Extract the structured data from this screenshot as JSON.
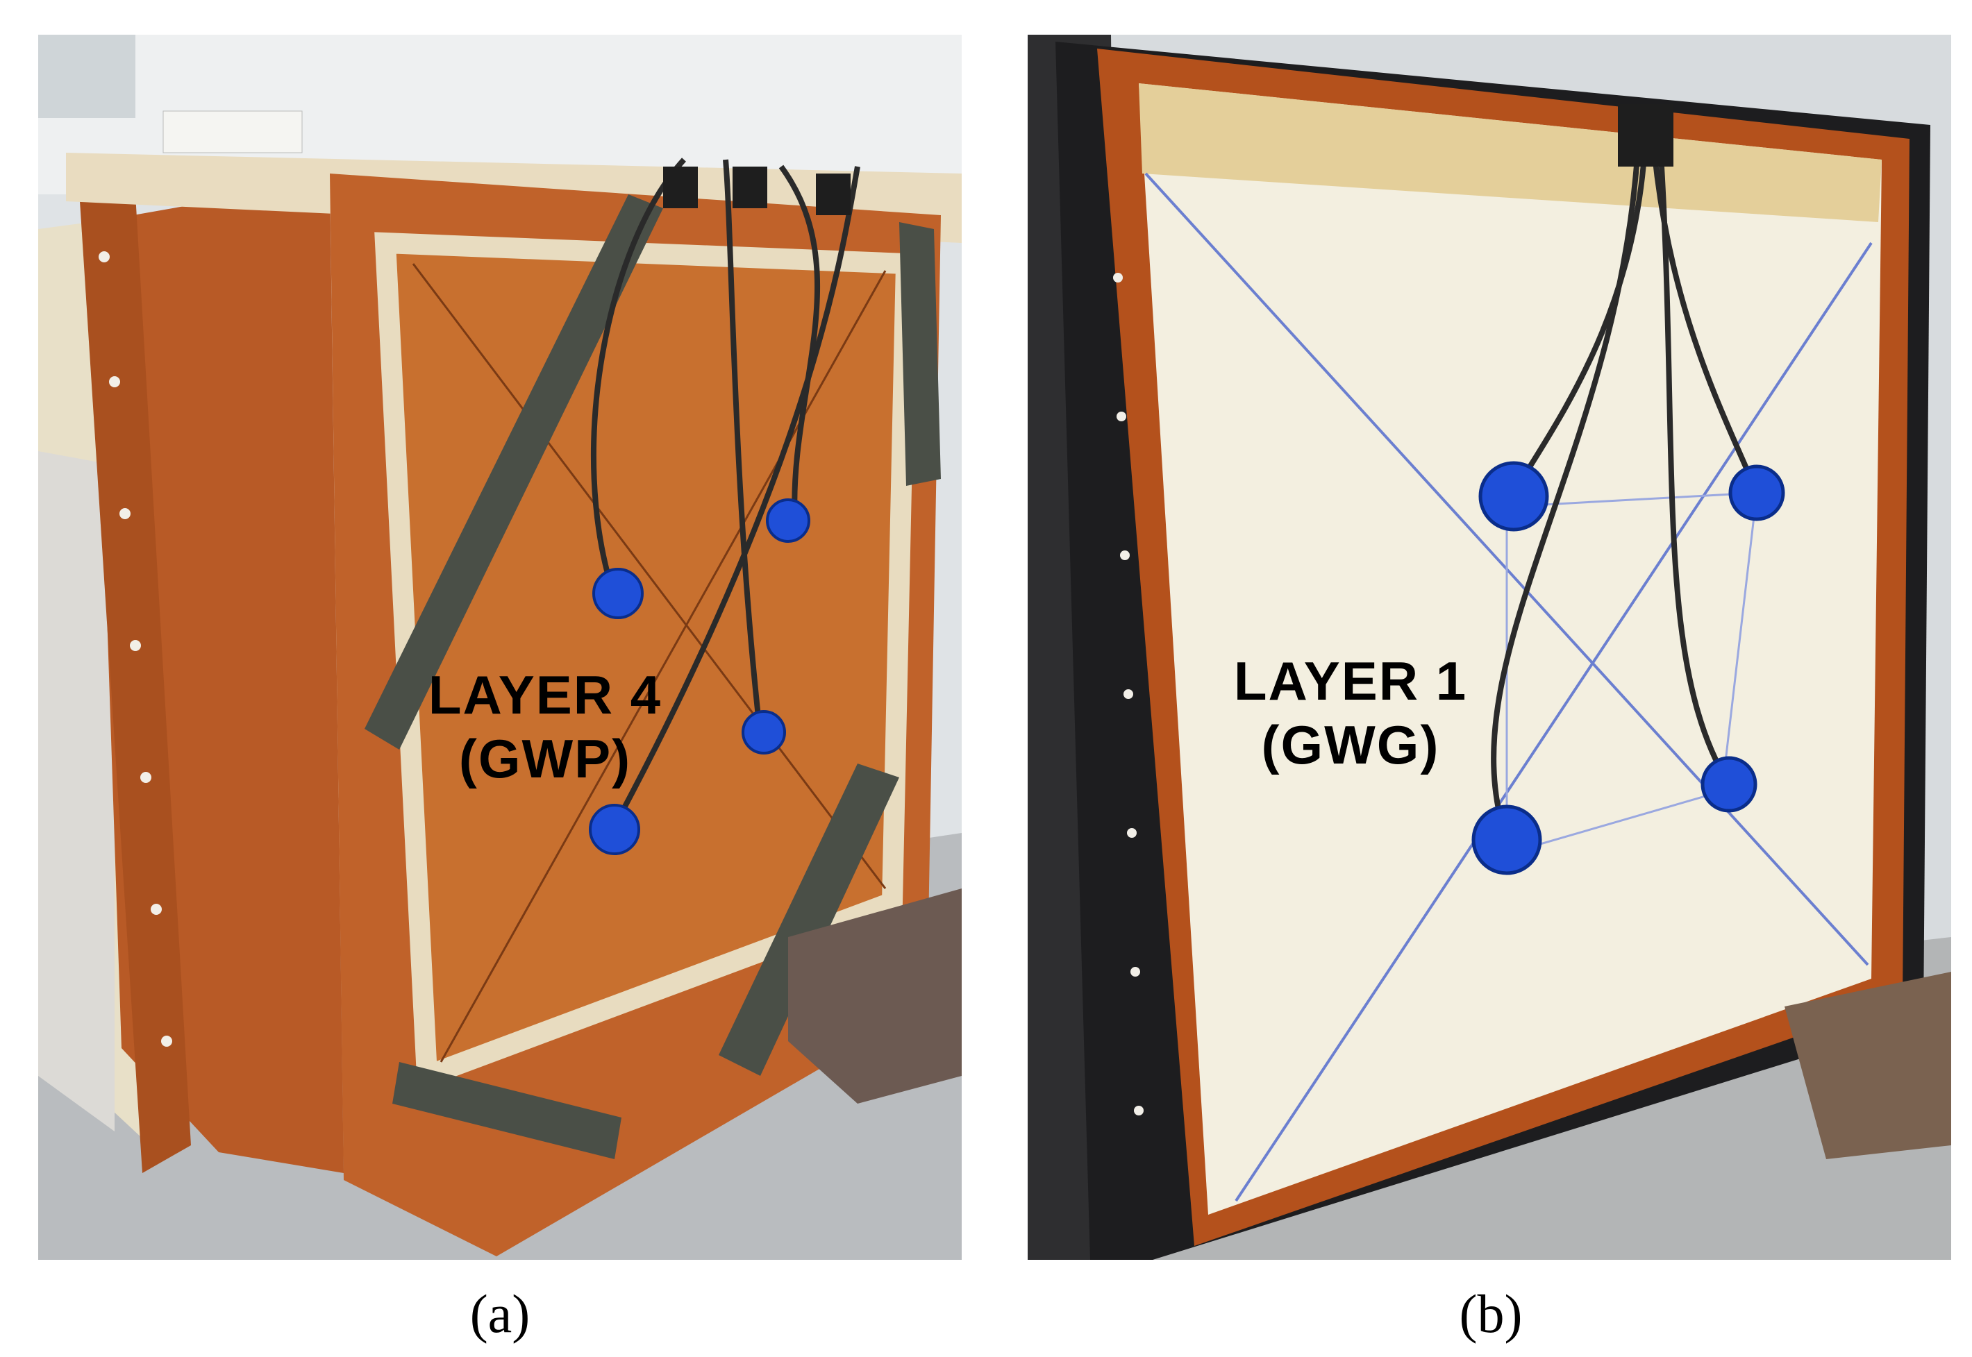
{
  "panels": [
    {
      "id": "a",
      "overlay_line1": "LAYER 4",
      "overlay_line2": "(GWP)",
      "caption": "(a)",
      "colors": {
        "panel": "#c0622a",
        "frame": "#b4511c",
        "sensor": "#1f4fd8"
      }
    },
    {
      "id": "b",
      "overlay_line1": "LAYER 1",
      "overlay_line2": "(GWG)",
      "caption": "(b)",
      "colors": {
        "panel": "#f3efe0",
        "frame": "#b4511c",
        "sensor": "#1f4fd8"
      }
    }
  ]
}
